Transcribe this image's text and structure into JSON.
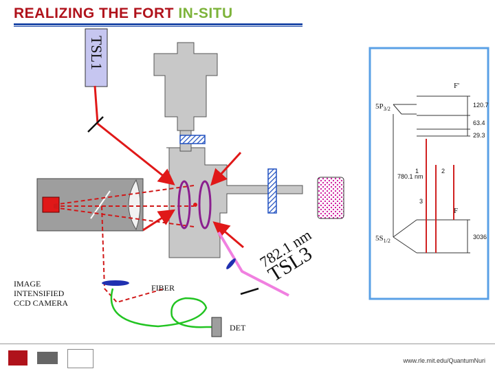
{
  "title": {
    "part1": "REALIZING THE FORT ",
    "part2": "IN-SITU",
    "color1": "#b0121b",
    "color2": "#7db33a"
  },
  "labels": {
    "tsl1": "TSL1",
    "tsl3": "TSL3",
    "wavelength": "782.1 nm",
    "camera": [
      "IMAGE",
      "INTENSIFIED",
      "CCD CAMERA"
    ],
    "fiber": "FIBER",
    "det": "DET"
  },
  "level_diagram": {
    "upper_state": "5P",
    "upper_sub": "3/2",
    "lower_state": "5S",
    "lower_sub": "1/2",
    "upper_F_label": "F'",
    "lower_F_label": "F",
    "splittings": [
      "120.7",
      "63.4",
      "29.3",
      "3036"
    ],
    "transition": "780.1 nm",
    "marks": [
      "1",
      "2",
      "3"
    ]
  },
  "footer": {
    "url": "www.rle.mit.edu/QuantumNuri"
  },
  "colors": {
    "laser_red": "#e01818",
    "ring_purple": "#8a1f8f",
    "fiber_green": "#22c422",
    "beam_pink": "#f080e0",
    "chamber_gray": "#c8c8c8",
    "panel_blue": "#5aa0e6"
  }
}
